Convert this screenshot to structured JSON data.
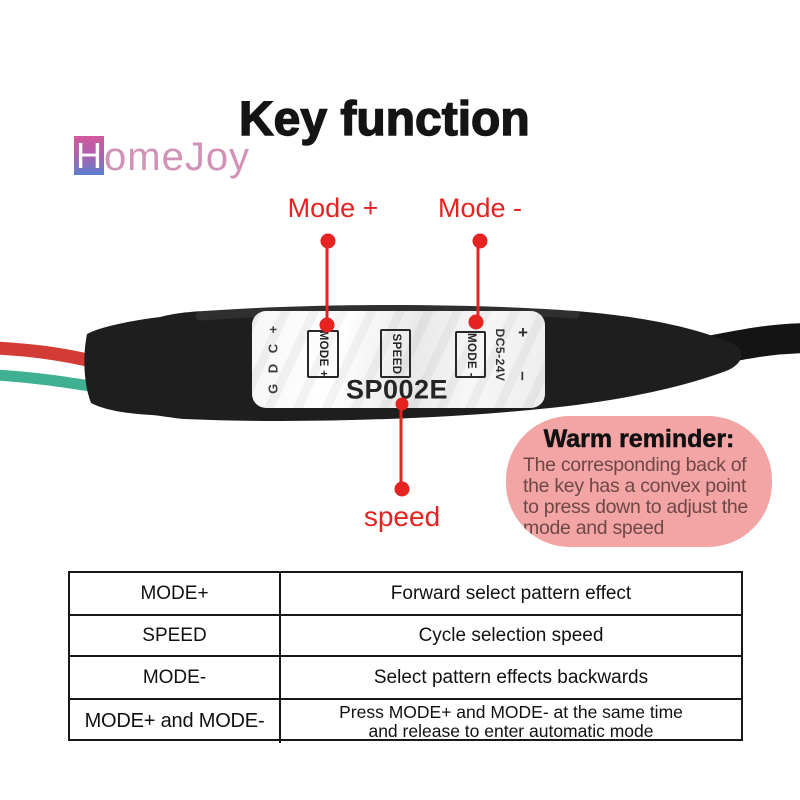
{
  "logo": {
    "h": "H",
    "rest": "omeJoy"
  },
  "title": "Key function",
  "callouts": {
    "mode_plus": "Mode +",
    "mode_minus": "Mode -",
    "speed": "speed"
  },
  "device": {
    "pins": "G D C +",
    "button_mode_plus": "MODE +",
    "button_speed": "SPEED",
    "button_mode_minus": "MODE -",
    "model": "SP002E",
    "voltage": "DC5-24V",
    "polarity_plus": "+",
    "polarity_minus": "–"
  },
  "reminder": {
    "title": "Warm reminder:",
    "body": "The corresponding back of the key has a convex point to press down to adjust the mode and speed"
  },
  "table": {
    "rows": [
      {
        "key": "MODE+",
        "desc": "Forward select pattern effect"
      },
      {
        "key": "SPEED",
        "desc": "Cycle selection speed"
      },
      {
        "key": "MODE-",
        "desc": "Select pattern effects backwards"
      },
      {
        "key": "MODE+ and MODE-",
        "desc": "Press MODE+ and MODE- at the same time\nand release to enter automatic mode"
      }
    ]
  },
  "colors": {
    "accent_red": "#e52320",
    "bubble_pink": "#f3a4a4",
    "reminder_text": "#6e4747",
    "logo_pink": "#d292b8",
    "logo_box_top": "#d25a9e",
    "logo_box_bottom": "#5b7ed0",
    "wire_red": "#d23c34",
    "wire_green": "#3fb092",
    "device_black": "#1e1e1e"
  }
}
